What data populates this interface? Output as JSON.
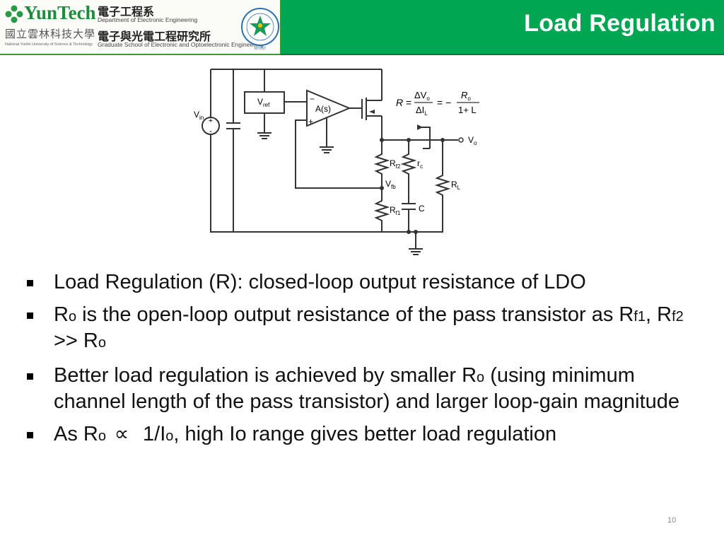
{
  "header": {
    "title": "Load Regulation",
    "logo": {
      "yun": "Yun",
      "tech": "Tech",
      "dept_zh": "電子工程系",
      "dept_en": "Department of Electronic Engineering",
      "university_zh": "國立雲林科技大學",
      "grad_zh": "電子與光電工程研究所",
      "grad_en": "Graduate School of Electronic and Optoelectronic Engineering",
      "university_en": "National Yunlin University of Science & Technology",
      "seal_text": "ELECTRONIC ENGINEERING · NYUST"
    }
  },
  "circuit": {
    "vin": "V",
    "vin_sub": "in",
    "vref": "V",
    "vref_sub": "ref",
    "amp": "A(s)",
    "minus": "−",
    "plus": "+",
    "rf2": "R",
    "rf2_sub": "f2",
    "rf1": "R",
    "rf1_sub": "f1",
    "vfb": "V",
    "vfb_sub": "fb",
    "rc": "r",
    "rc_sub": "c",
    "cap": "C",
    "rl": "R",
    "rl_sub": "L",
    "vo": "V",
    "vo_sub": "o",
    "eq_r": "R",
    "eq_eq1": "=",
    "eq_dv": "ΔV",
    "eq_dv_sub": "o",
    "eq_di": "ΔI",
    "eq_di_sub": "L",
    "eq_eq2": "= −",
    "eq_ro": "R",
    "eq_ro_sub": "o",
    "eq_den": "1+ L"
  },
  "bullets": {
    "b1": "Load Regulation (R): closed-loop output resistance of LDO",
    "b2_r": "R",
    "b2_o": "o",
    "b2_text": " is the open-loop output resistance of the pass transistor as R",
    "b2_f1": "f1",
    "b2_mid": ", R",
    "b2_f2": "f2",
    "b2_gt": " >> R",
    "b2_o2": "o",
    "b3_a": "Better load regulation is achieved by smaller R",
    "b3_o": "o",
    "b3_b": " (using minimum channel length of the pass transistor) and larger loop-gain magnitude",
    "b4_a": "As R",
    "b4_o": "o",
    "b4_prop": "∝",
    "b4_b": " 1/I",
    "b4_o2": "o",
    "b4_c": ", high Io range gives better load regulation"
  },
  "page_number": "10",
  "colors": {
    "title_bar": "#00a651",
    "logo_green": "#1f8a3c"
  }
}
